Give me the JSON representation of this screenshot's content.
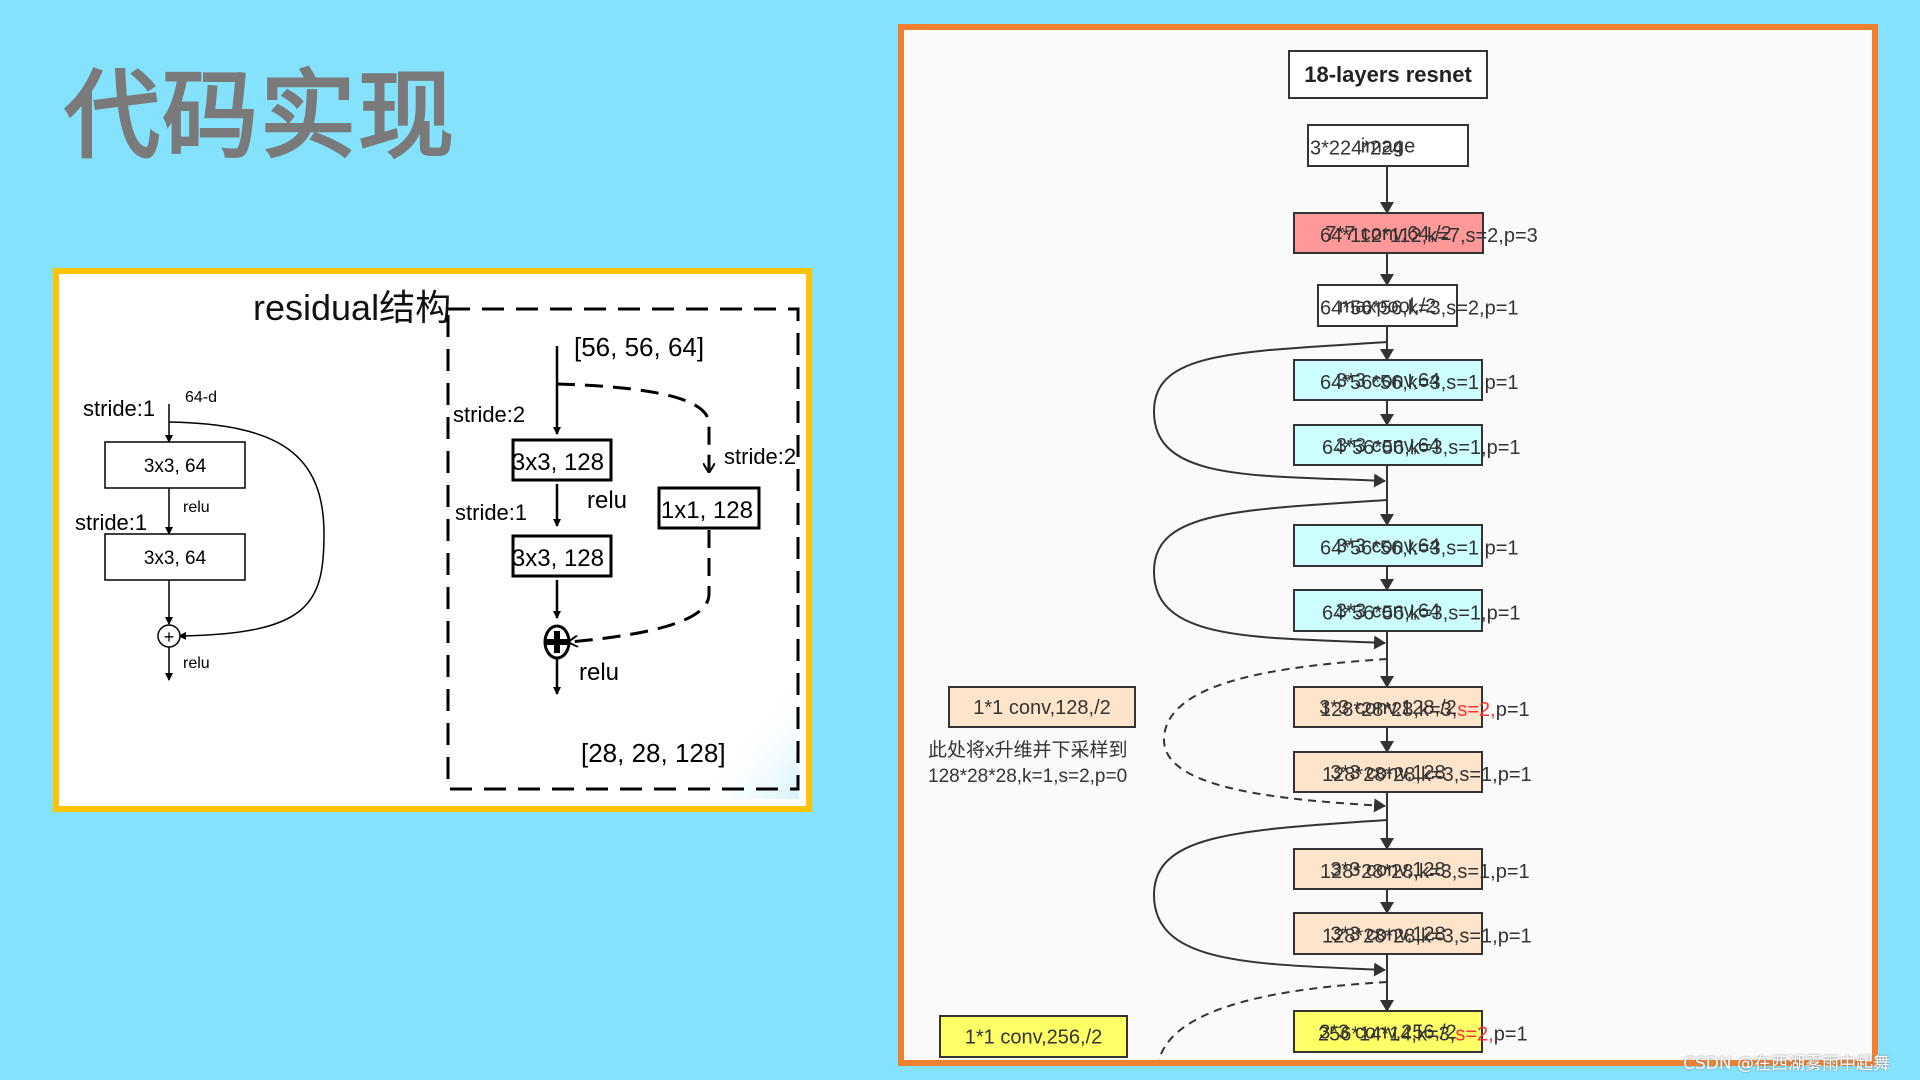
{
  "slide_title": "代码实现",
  "watermark": "CSDN @在西湖雾雨中起舞",
  "colors": {
    "background": "#84e2fd",
    "left_border": "#fdc300",
    "right_border": "#f08030",
    "conv7": "#ff9999",
    "conv64": "#ccffff",
    "conv128": "#ffe4cc",
    "conv256": "#ffff66",
    "highlight": "#ff3333"
  },
  "residual": {
    "title": "residual结构",
    "basic": {
      "input_label": "64-d",
      "stride1_top": "stride:1",
      "conv1": "3x3, 64",
      "relu_mid": "relu",
      "stride1_bottom": "stride:1",
      "conv2": "3x3, 64",
      "add_symbol": "+",
      "relu_out": "relu"
    },
    "downsample": {
      "input_shape": "[56, 56, 64]",
      "stride_main": "stride:2",
      "conv1": "3x3, 128",
      "relu_mid": "relu",
      "stride_second": "stride:1",
      "conv2": "3x3, 128",
      "shortcut_stride": "stride:2",
      "shortcut_conv": "1x1, 128",
      "relu_out": "relu",
      "output_shape": "[28, 28, 128]"
    }
  },
  "resnet": {
    "title": "18-layers resnet",
    "layers": [
      {
        "label": "image",
        "info": "3*224*224",
        "color": "#ffffff"
      },
      {
        "label": "7*7 conv,64,/2",
        "info": "64*112*112,k=7,s=2,p=3",
        "color": "#ff9999"
      },
      {
        "label": "maxpool,/2",
        "info": "64*56*56,k=3,s=2,p=1",
        "color": "#ffffff"
      },
      {
        "label": "3*3 conv,64",
        "info": "64*56*56,k=3,s=1,p=1",
        "color": "#ccffff"
      },
      {
        "label": "3*3 conv,64",
        "info": "64*56*56,k=3,s=1,p=1",
        "color": "#ccffff"
      },
      {
        "label": "3*3 conv,64",
        "info": "64*56*56,k=3,s=1,p=1",
        "color": "#ccffff"
      },
      {
        "label": "3*3 conv,64",
        "info": "64*56*56,k=3,s=1,p=1",
        "color": "#ccffff"
      },
      {
        "label": "3*3 conv,128,/2",
        "info_pre": "128*28*28,k=3,",
        "info_hl": "s=2,",
        "info_post": "p=1",
        "color": "#ffe4cc"
      },
      {
        "label": "3*3 conv,128",
        "info": "128*28*28,k=3,s=1,p=1",
        "color": "#ffe4cc"
      },
      {
        "label": "3*3 conv,128",
        "info": "128*28*28,k=3,s=1,p=1",
        "color": "#ffe4cc"
      },
      {
        "label": "3*3 conv,128",
        "info": "128*28*28,k=3,s=1,p=1",
        "color": "#ffe4cc"
      },
      {
        "label": "3*3 conv,256,/2",
        "info_pre": "256*14*14,k=3,",
        "info_hl": "s=2,",
        "info_post": "p=1",
        "color": "#ffff66"
      }
    ],
    "shortcuts": [
      {
        "label": "1*1 conv,128,/2",
        "note_line1": "此处将x升维并下采样到",
        "note_line2": "128*28*28,k=1,s=2,p=0",
        "color": "#ffe4cc"
      },
      {
        "label": "1*1 conv,256,/2",
        "color": "#ffff66"
      }
    ]
  }
}
